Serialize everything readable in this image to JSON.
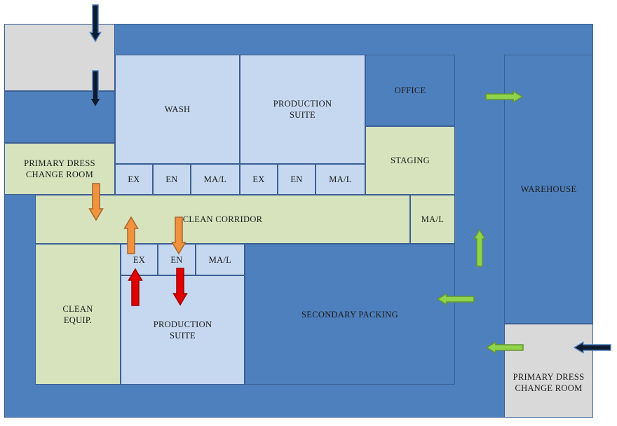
{
  "colors": {
    "outer_wall": "#4e80bd",
    "clean_room": "#c6d8ef",
    "support_room": "#d7e3bd",
    "change_room": "#d9d9d9",
    "arrow_personnel_entry": "#0d1b2e",
    "arrow_clean_flow": "#f0923e",
    "arrow_product_flow": "#e00000",
    "arrow_material_flow": "#8fd44a"
  },
  "rooms": {
    "wash": "WASH",
    "production_suite_top": "PRODUCTION\nSUITE",
    "office": "OFFICE",
    "staging": "STAGING",
    "warehouse": "WAREHOUSE",
    "primary_dress_left": "PRIMARY  DRESS\nCHANGE  ROOM",
    "ex_1": "EX",
    "en_1": "EN",
    "mal_1": "MA/L",
    "ex_2": "EX",
    "en_2": "EN",
    "mal_2": "MA/L",
    "clean_corridor": "CLEAN  CORRIDOR",
    "mal_corridor": "MA/L",
    "ex_3": "EX",
    "en_3": "EN",
    "mal_3": "MA/L",
    "clean_equip": "CLEAN\nEQUIP.",
    "production_suite_bottom": "PRODUCTION\nSUITE",
    "secondary_packing": "SECONDARY  PACKING",
    "primary_dress_right": "PRIMARY  DRESS\nCHANGE  ROOM"
  },
  "arrows": [
    {
      "id": "entry-top-1",
      "color": "arrow_personnel_entry",
      "direction": "down"
    },
    {
      "id": "entry-top-2",
      "color": "arrow_personnel_entry",
      "direction": "down"
    },
    {
      "id": "entry-right",
      "color": "arrow_personnel_entry",
      "direction": "left"
    },
    {
      "id": "dress-to-corridor",
      "color": "arrow_clean_flow",
      "direction": "down"
    },
    {
      "id": "ex-to-corridor",
      "color": "arrow_clean_flow",
      "direction": "up"
    },
    {
      "id": "corridor-to-en",
      "color": "arrow_clean_flow",
      "direction": "down"
    },
    {
      "id": "suite-to-ex",
      "color": "arrow_product_flow",
      "direction": "up"
    },
    {
      "id": "en-to-suite",
      "color": "arrow_product_flow",
      "direction": "down"
    },
    {
      "id": "office-to-warehouse",
      "color": "arrow_material_flow",
      "direction": "right"
    },
    {
      "id": "corridor-up",
      "color": "arrow_material_flow",
      "direction": "up"
    },
    {
      "id": "to-secondary-packing",
      "color": "arrow_material_flow",
      "direction": "left"
    },
    {
      "id": "dress-right-out",
      "color": "arrow_material_flow",
      "direction": "left"
    }
  ]
}
